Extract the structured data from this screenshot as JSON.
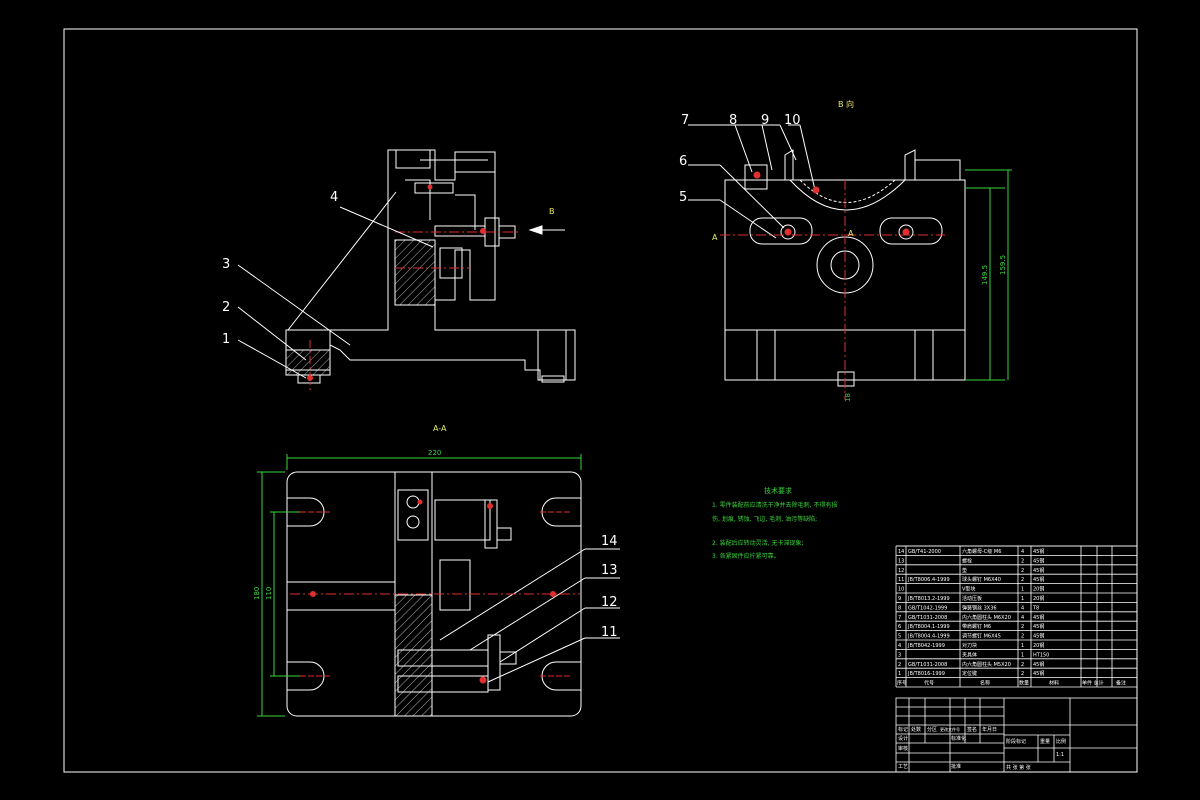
{
  "views": {
    "section_aa_title": "A-A",
    "view_b_title": "B 向",
    "arrow_b": "B",
    "section_a_left": "A",
    "section_a_right": "A"
  },
  "balloons": {
    "b1": "1",
    "b2": "2",
    "b3": "3",
    "b4": "4",
    "b5": "5",
    "b6": "6",
    "b7": "7",
    "b8": "8",
    "b9": "9",
    "b10": "10",
    "b11": "11",
    "b12": "12",
    "b13": "13",
    "b14": "14"
  },
  "dimensions": {
    "width_top": "220",
    "height_outer": "180",
    "height_inner": "110",
    "height_right_inner": "149.5",
    "height_right_outer": "159.5",
    "bottom_small": "18"
  },
  "tech_notes": {
    "title": "技术要求",
    "line1": "1. 零件装配前应清洗干净并去除毛刺, 不得有损",
    "line2": "伤, 划痕, 锈蚀, 飞边, 毛刺, 油污等缺陷;",
    "line3": "2. 装配后应转动灵活, 无卡滞现象;",
    "line4": "3. 各紧固件应拧紧可靠。"
  },
  "parts": [
    {
      "no": "14",
      "code": "GB/T41-2000",
      "name": "六角螺母-C级 M6",
      "qty": "4",
      "mat": "45钢"
    },
    {
      "no": "13",
      "code": "",
      "name": "螺栓",
      "qty": "2",
      "mat": "45钢"
    },
    {
      "no": "12",
      "code": "",
      "name": "垫",
      "qty": "2",
      "mat": "45钢"
    },
    {
      "no": "11",
      "code": "JB/T8006.4-1999",
      "name": "球头螺钉 M6X40",
      "qty": "2",
      "mat": "45钢"
    },
    {
      "no": "10",
      "code": "",
      "name": "V型块",
      "qty": "1",
      "mat": "20钢"
    },
    {
      "no": "9",
      "code": "JB/T8013.2-1999",
      "name": "活动压板",
      "qty": "1",
      "mat": "20钢"
    },
    {
      "no": "8",
      "code": "GB/T1042-1999",
      "name": "弹簧钢丝 3X36",
      "qty": "4",
      "mat": "T8"
    },
    {
      "no": "7",
      "code": "GB/T1031-2008",
      "name": "内六角圆柱头 M6X20",
      "qty": "4",
      "mat": "45钢"
    },
    {
      "no": "6",
      "code": "JB/T8004.1-1999",
      "name": "带肩螺钉 M6",
      "qty": "2",
      "mat": "45钢"
    },
    {
      "no": "5",
      "code": "JB/T8004.4-1999",
      "name": "调节螺钉 M6X45",
      "qty": "2",
      "mat": "45钢"
    },
    {
      "no": "4",
      "code": "JB/T8042-1999",
      "name": "对刀块",
      "qty": "1",
      "mat": "20钢"
    },
    {
      "no": "3",
      "code": "",
      "name": "夹具体",
      "qty": "1",
      "mat": "HT150"
    },
    {
      "no": "2",
      "code": "GB/T1031-2008",
      "name": "内六角圆柱头 M5X20",
      "qty": "2",
      "mat": "45钢"
    },
    {
      "no": "1",
      "code": "JB/T8016-1999",
      "name": "定位键",
      "qty": "2",
      "mat": "45钢"
    }
  ],
  "parts_header": {
    "no": "序号",
    "code": "代号",
    "name": "名称",
    "qty": "数量",
    "mat": "材料",
    "wt": "单件 总计",
    "note": "备注"
  },
  "title_block": {
    "mark": "标记",
    "count": "处数",
    "zone": "分区",
    "doc": "更改文件号",
    "sign": "签名",
    "date": "年月日",
    "design": "设计",
    "std": "标准化",
    "review": "审核",
    "craft": "工艺",
    "approve": "批准",
    "stage": "阶段标记",
    "weight": "重量",
    "scale": "比例",
    "scale_val": "1:1",
    "sheet": "共 张 第 张"
  }
}
